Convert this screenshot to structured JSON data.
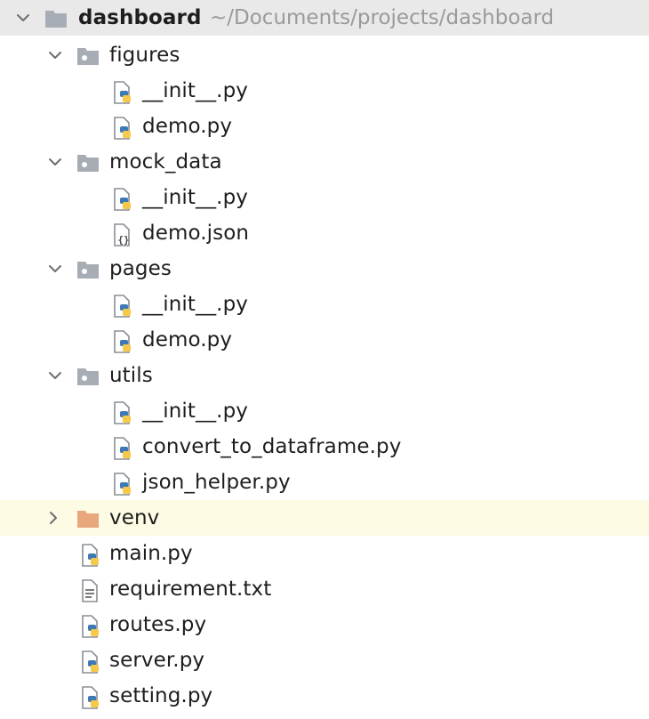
{
  "project": {
    "name": "dashboard",
    "path": "~/Documents/projects/dashboard"
  },
  "items": {
    "figures": {
      "label": "figures",
      "children": [
        "__init__.py",
        "demo.py"
      ]
    },
    "mock_data": {
      "label": "mock_data",
      "children": [
        "__init__.py",
        "demo.json"
      ]
    },
    "pages": {
      "label": "pages",
      "children": [
        "__init__.py",
        "demo.py"
      ]
    },
    "utils": {
      "label": "utils",
      "children": [
        "__init__.py",
        "convert_to_dataframe.py",
        "json_helper.py"
      ]
    },
    "venv": {
      "label": "venv"
    },
    "files": [
      "main.py",
      "requirement.txt",
      "routes.py",
      "server.py",
      "setting.py"
    ]
  },
  "icons": {
    "folder": "folder-icon",
    "package": "package-folder-icon",
    "python": "python-file-icon",
    "json": "json-file-icon",
    "text": "text-file-icon",
    "excluded": "excluded-folder-icon"
  },
  "colors": {
    "root_row_bg": "#e9e9e9",
    "selected_row_bg": "#fdfbe3",
    "path_text": "#9a9a9a",
    "venv_folder": "#e8a87c",
    "folder_gray": "#a7adb5",
    "python_blue": "#3d7ab5",
    "python_yellow": "#f7c948"
  }
}
